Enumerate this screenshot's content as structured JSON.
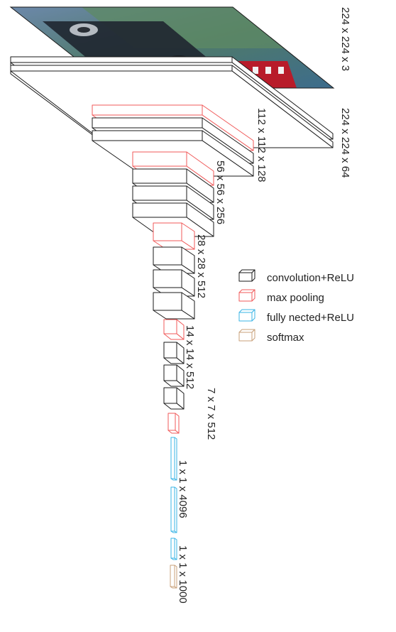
{
  "diagram": {
    "colors": {
      "convolution": "#1a1a1a",
      "pooling": "#f05a5a",
      "fully_connected": "#3ab4e6",
      "softmax": "#c8a07a"
    },
    "input_image": {
      "dims": "224 x 224 x 3",
      "content": "photo of a car"
    },
    "stages": [
      {
        "id": "s1",
        "dims": "224 x 224 x 64"
      },
      {
        "id": "s2",
        "dims": "112 x 112 x 128"
      },
      {
        "id": "s3",
        "dims": "56 x 56 x 256"
      },
      {
        "id": "s4",
        "dims": "28 x 28 x 512"
      },
      {
        "id": "s5",
        "dims": "14 x 14 x 512"
      },
      {
        "id": "s6",
        "dims": "7 x 7 x 512"
      },
      {
        "id": "s7",
        "dims": "1 x 1 x 4096"
      },
      {
        "id": "s8",
        "dims": "1 x 1 x 1000"
      }
    ],
    "legend": [
      {
        "key": "convolution",
        "label": "convolution+ReLU"
      },
      {
        "key": "pooling",
        "label": "max pooling"
      },
      {
        "key": "fully_connected",
        "label": "fully nected+ReLU"
      },
      {
        "key": "softmax",
        "label": "softmax"
      }
    ]
  }
}
